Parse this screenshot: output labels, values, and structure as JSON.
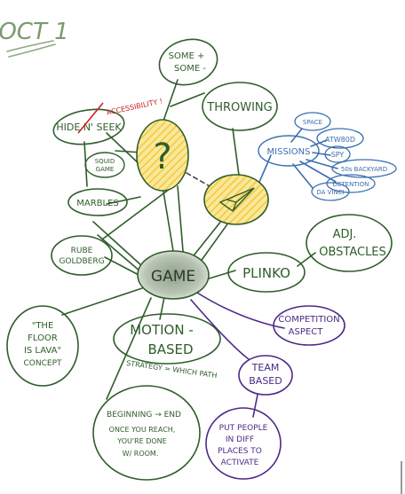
{
  "title": "OCT 1",
  "colors": {
    "green": "#2f5d2a",
    "purple": "#4b2a86",
    "blue": "#3b6fae",
    "red": "#cc2222",
    "yellow": "#f3d34a",
    "gray": "#7a8a78"
  },
  "nodes": {
    "game": "GAME",
    "question_mark": "?",
    "paper_plane_icon": "paper-plane-icon",
    "some_plus_some_minus": [
      "SOME +",
      "SOME -"
    ],
    "throwing": "THROWING",
    "hide_n_seek": "HIDE N' SEEK",
    "accessibility_note": "ACCESSIBILITY !",
    "squid_game": [
      "SQUID",
      "GAME"
    ],
    "marbles": "MARBLES",
    "rube_goldberg": [
      "RUBE",
      "GOLDBERG"
    ],
    "missions": "MISSIONS",
    "space": "SPACE",
    "atw80d": "ATW80D",
    "spy": "SPY",
    "50s_backyard": "50s BACKYARD",
    "detention": "DETENTION",
    "da_vinci": "DA VINCI",
    "adj_obstacles": [
      "ADJ.",
      "OBSTACLES"
    ],
    "plinko": "PLINKO",
    "floor_is_lava": [
      "\"THE",
      "FLOOR",
      "IS LAVA\"",
      "CONCEPT"
    ],
    "motion_based": [
      "MOTION -",
      "BASED"
    ],
    "strategy_note": "STRATEGY = WHICH PATH",
    "competition_aspect": [
      "COMPETITION",
      "ASPECT"
    ],
    "team_based": [
      "TEAM",
      "BASED"
    ],
    "beginning_end": [
      "BEGINNING → END",
      "ONCE YOU REACH,",
      "YOU'RE DONE",
      "W/ ROOM."
    ],
    "put_people": [
      "PUT PEOPLE",
      "IN DIFF",
      "PLACES TO",
      "ACTIVATE"
    ]
  }
}
